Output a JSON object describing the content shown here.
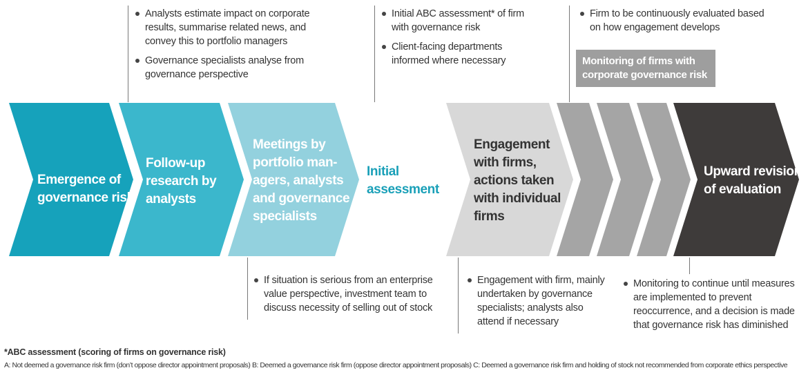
{
  "colors": {
    "teal_dark": "#16a2bb",
    "teal_mid": "#3bb7cc",
    "teal_light": "#93d1de",
    "gray_light": "#d8d8d8",
    "gray_mid": "#a5a5a5",
    "gray_dark": "#3e3b3a",
    "accent_text": "#1aa0b8"
  },
  "steps": [
    {
      "label": "Emergence of\ngovernance risk"
    },
    {
      "label": "Follow-up\nresearch by\nanalysts"
    },
    {
      "label": "Meetings by\nportfolio man-\nagers, analysts\nand governance\nspecialists"
    },
    {
      "label": "Engagement\nwith firms,\nactions taken\nwith individual\nfirms"
    },
    {
      "label": "Upward revision\nof evaluation"
    }
  ],
  "initial_assessment": {
    "label": "Initial\nassessment"
  },
  "monitoring_box": {
    "label": "Monitoring of firms with\ncorporate governance risk"
  },
  "notes_top": {
    "research": [
      "Analysts estimate impact on corporate results, summarise related news, and convey this to portfolio managers",
      "Governance specialists analyse from governance perspective"
    ],
    "initial": [
      "Initial ABC assessment* of firm with governance risk",
      "Client-facing departments informed where necessary"
    ],
    "monitoring": [
      "Firm to be continuously evaluated based on how engagement develops"
    ]
  },
  "notes_bottom": {
    "meetings": [
      "If situation is serious from an enterprise value perspective, investment team to discuss necessity of selling out of stock"
    ],
    "engagement": [
      "Engagement with firm, mainly undertaken by governance specialists; analysts also attend if necessary"
    ],
    "revision": [
      "Monitoring to continue until measures are implemented to prevent reoccurrence, and a decision is made that governance risk has diminished"
    ]
  },
  "footnote": {
    "title": "*ABC assessment (scoring of firms on governance risk)",
    "body": "A:  Not deemed a governance risk firm (don’t oppose director appointment proposals)   B:  Deemed a governance risk firm (oppose director appointment proposals)   C: Deemed a governance risk firm and holding of stock not recommended from corporate ethics perspective"
  }
}
